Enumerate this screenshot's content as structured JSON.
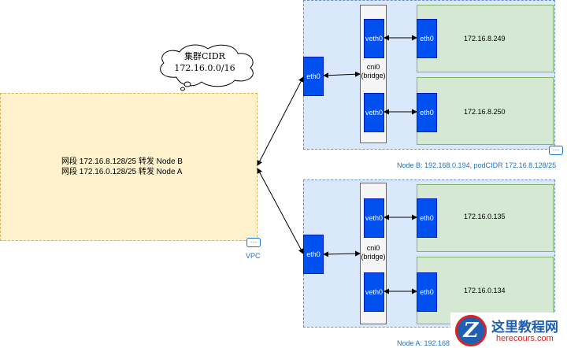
{
  "cloud": {
    "line1": "集群CIDR",
    "line2": "172.16.0.0/16"
  },
  "vpc": {
    "route1": "网段 172.16.8.128/25 转发 Node B",
    "route2": "网段 172.16.0.128/25 转发 Node A",
    "label": "VPC"
  },
  "nodeB": {
    "label": "Node B: 192.168.0.194, podCIDR 172.16.8.128/25",
    "eth": "eth0",
    "bridge_line1": "cni0",
    "bridge_line2": "(bridge)",
    "pods": [
      {
        "veth": "veth0",
        "eth": "eth0",
        "ip": "172.16.8.249"
      },
      {
        "veth": "veth0",
        "eth": "eth0",
        "ip": "172.16.8.250"
      }
    ]
  },
  "nodeA": {
    "label": "Node A: 192.168",
    "eth": "eth0",
    "bridge_line1": "cni0",
    "bridge_line2": "(bridge)",
    "pods": [
      {
        "veth": "veth0",
        "eth": "eth0",
        "ip": "172.16.0.135"
      },
      {
        "veth": "veth0",
        "eth": "eth0",
        "ip": "172.16.0.134"
      }
    ]
  },
  "watermark": {
    "logo": "Z",
    "title": "这里教程网",
    "url": "herecours.com"
  },
  "colors": {
    "vpc_fill": "#fff2cc",
    "node_fill": "#dae8fc",
    "pod_fill": "#d5e8d4",
    "nic_fill": "#0050ef",
    "label_blue": "#1a73c8"
  },
  "icons": {
    "network": "vpc-network-icon"
  }
}
